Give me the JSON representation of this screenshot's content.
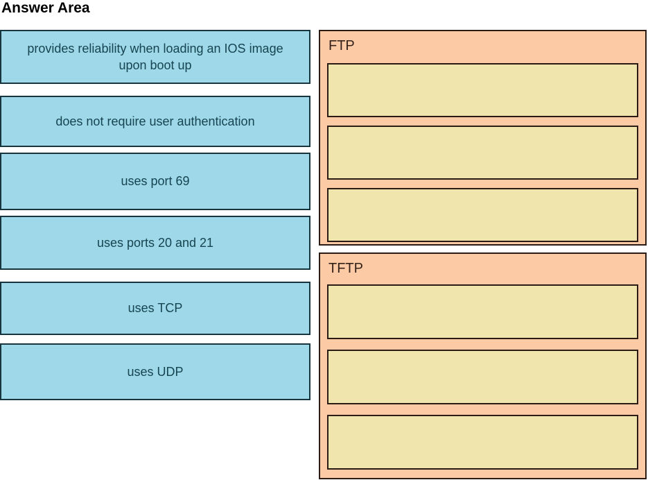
{
  "title": "Answer Area",
  "drag_items": [
    {
      "label": "provides reliability when loading an IOS image upon boot up"
    },
    {
      "label": "does not require user authentication"
    },
    {
      "label": "uses port 69"
    },
    {
      "label": "uses ports 20 and 21"
    },
    {
      "label": "uses TCP"
    },
    {
      "label": "uses UDP"
    }
  ],
  "drop_groups": [
    {
      "label": "FTP",
      "slot_count": 3
    },
    {
      "label": "TFTP",
      "slot_count": 3
    }
  ],
  "colors": {
    "drag_item_bg": "#9fd9e9",
    "drag_item_border": "#16353e",
    "drag_item_text": "#164450",
    "group_bg": "#fccaa4",
    "group_border": "#2b1b15",
    "group_label_text": "#33211a",
    "slot_bg": "#efe5ad",
    "slot_border": "#2b1b15",
    "title_text": "#000000",
    "page_bg": "#ffffff"
  }
}
